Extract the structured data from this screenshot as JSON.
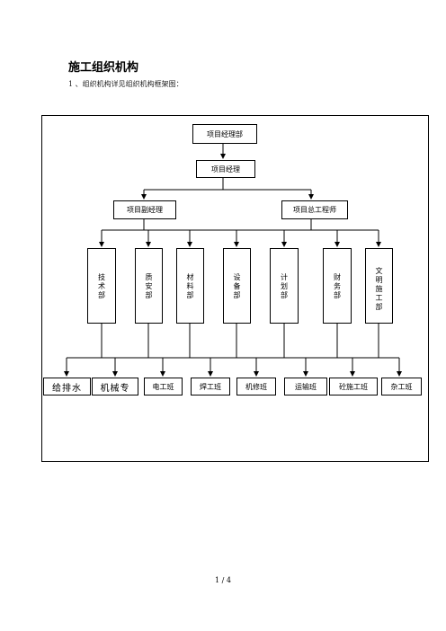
{
  "heading": "施工组织机构",
  "intro": "1 、组织机构详见组织机构框架图：",
  "chart": {
    "top": "项目经理部",
    "manager": "项目经理",
    "deputies": [
      "项目副经理",
      "项目总工程师"
    ],
    "departments": [
      "技术部",
      "质安部",
      "材料部",
      "设备部",
      "计划部",
      "财务部",
      "文明施工部"
    ],
    "teams": [
      "给排水",
      "机械专",
      "电工班",
      "焊工班",
      "机修班",
      "运输班",
      "砼施工班",
      "杂工班"
    ]
  },
  "page_number": "1 / 4"
}
